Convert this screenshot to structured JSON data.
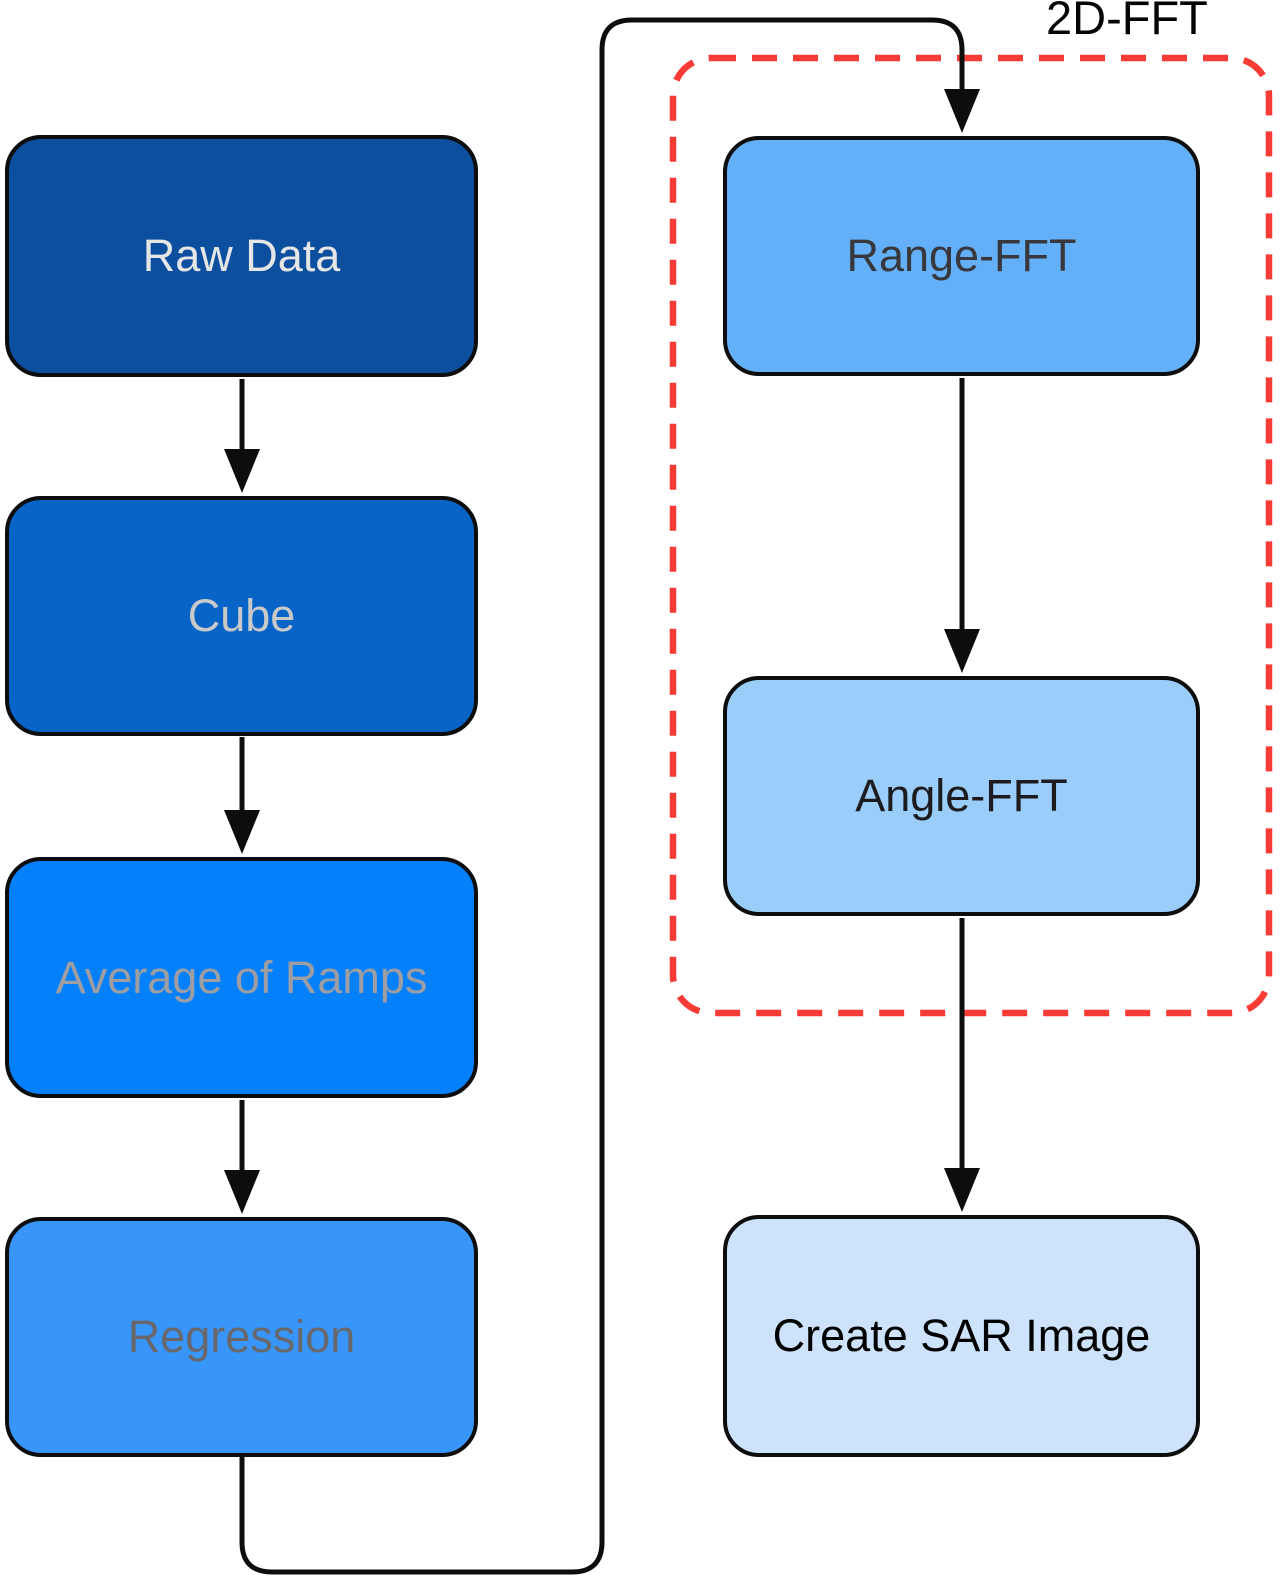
{
  "diagram": {
    "group": {
      "label": "2D-FFT",
      "outline_color": "#f83b34"
    },
    "nodes": [
      {
        "id": "raw-data",
        "label": "Raw Data",
        "fill": "#0b4f9e",
        "text_color": "#e6e6e6"
      },
      {
        "id": "cube",
        "label": "Cube",
        "fill": "#0864c7",
        "text_color": "#c9c9c9"
      },
      {
        "id": "average-of-ramps",
        "label": "Average of Ramps",
        "fill": "#0580fb",
        "text_color": "#9e9ea2"
      },
      {
        "id": "regression",
        "label": "Regression",
        "fill": "#3896fa",
        "text_color": "#68686c"
      },
      {
        "id": "range-fft",
        "label": "Range-FFT",
        "fill": "#64b0f8",
        "text_color": "#38383c",
        "group": "2D-FFT"
      },
      {
        "id": "angle-fft",
        "label": "Angle-FFT",
        "fill": "#9bcdfb",
        "text_color": "#1c1c1e",
        "group": "2D-FFT"
      },
      {
        "id": "create-sar-image",
        "label": "Create SAR Image",
        "fill": "#cce3fb",
        "text_color": "#000000"
      }
    ],
    "edges": [
      {
        "from": "Raw Data",
        "to": "Cube"
      },
      {
        "from": "Cube",
        "to": "Average of Ramps"
      },
      {
        "from": "Average of Ramps",
        "to": "Regression"
      },
      {
        "from": "Regression",
        "to": "Range-FFT"
      },
      {
        "from": "Range-FFT",
        "to": "Angle-FFT"
      },
      {
        "from": "Angle-FFT",
        "to": "Create SAR Image"
      }
    ]
  }
}
